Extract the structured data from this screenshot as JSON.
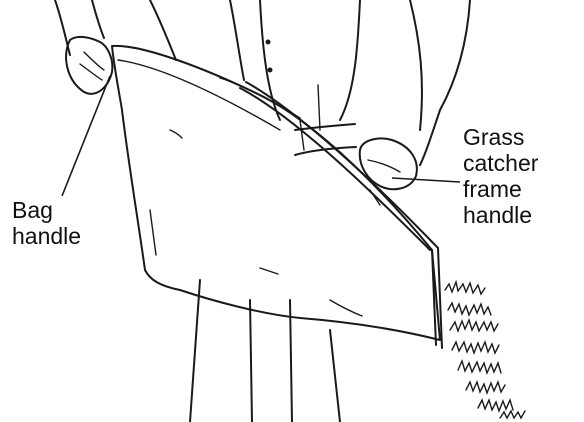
{
  "labels": {
    "bag_handle": {
      "line1": "Bag",
      "line2": "handle"
    },
    "frame_handle": {
      "line1": "Grass",
      "line2": "catcher",
      "line3": "frame",
      "line4": "handle"
    }
  },
  "colors": {
    "ink": "#1a1a1a",
    "background": "#ffffff"
  }
}
